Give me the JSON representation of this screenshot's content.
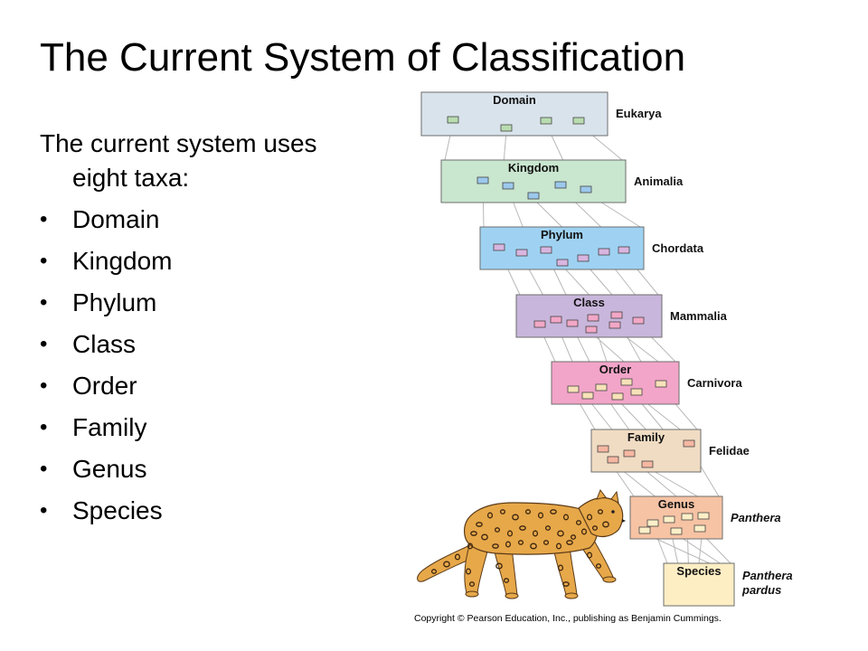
{
  "title": "The Current System of Classification",
  "intro": {
    "line1": "The current system uses",
    "line2": "eight taxa:"
  },
  "bullet_glyph": "•",
  "bullets": [
    "Domain",
    "Kingdom",
    "Phylum",
    "Class",
    "Order",
    "Family",
    "Genus",
    "Species"
  ],
  "hierarchy": [
    {
      "rank": "Domain",
      "taxon": "Eukarya",
      "fill": "#d9e3ec",
      "mini": "#b9dcb0"
    },
    {
      "rank": "Kingdom",
      "taxon": "Animalia",
      "fill": "#c9e6cf",
      "mini": "#9cc8ec"
    },
    {
      "rank": "Phylum",
      "taxon": "Chordata",
      "fill": "#9fd2f2",
      "mini": "#d9b5e0"
    },
    {
      "rank": "Class",
      "taxon": "Mammalia",
      "fill": "#c9b6dc",
      "mini": "#f2a7c6"
    },
    {
      "rank": "Order",
      "taxon": "Carnivora",
      "fill": "#f2a5c8",
      "mini": "#f8e2b8"
    },
    {
      "rank": "Family",
      "taxon": "Felidae",
      "fill": "#f0dcc3",
      "mini": "#f6b7a2"
    },
    {
      "rank": "Genus",
      "taxon": "Panthera",
      "fill": "#f6c3a4",
      "mini": "#fdf0c8"
    },
    {
      "rank": "Species",
      "taxon": "Panthera pardus",
      "taxon_lines": [
        "Panthera",
        "pardus"
      ],
      "fill": "#fdeec4",
      "mini": ""
    }
  ],
  "italic_from_rank": "Genus",
  "illustration": "leopard",
  "copyright": "Copyright © Pearson Education, Inc., publishing as Benjamin Cummings."
}
